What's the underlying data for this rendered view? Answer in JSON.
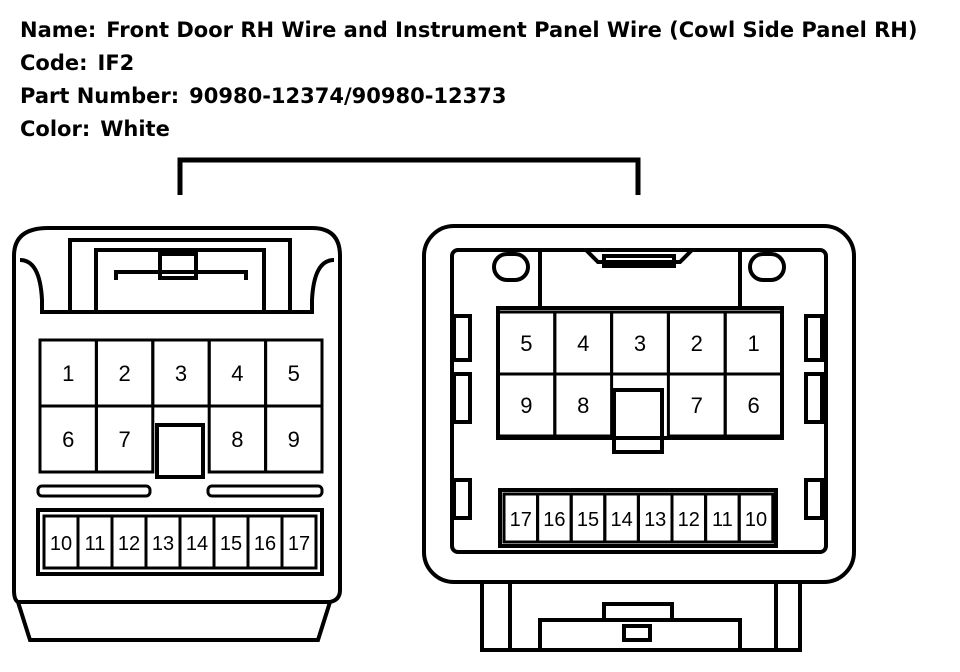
{
  "info": {
    "name_label": "Name:",
    "name_value": "Front Door RH Wire and Instrument Panel Wire (Cowl Side Panel RH)",
    "code_label": "Code:",
    "code_value": "IF2",
    "part_label": "Part Number:",
    "part_value": "90980-12374/90980-12373",
    "color_label": "Color:",
    "color_value": "White"
  },
  "left_connector": {
    "upper_row1": [
      "1",
      "2",
      "3",
      "4",
      "5"
    ],
    "upper_row2": [
      "6",
      "7",
      "8",
      "9"
    ],
    "lower_row": [
      "10",
      "11",
      "12",
      "13",
      "14",
      "15",
      "16",
      "17"
    ]
  },
  "right_connector": {
    "upper_row1": [
      "5",
      "4",
      "3",
      "2",
      "1"
    ],
    "upper_row2": [
      "9",
      "8",
      "7",
      "6"
    ],
    "lower_row": [
      "17",
      "16",
      "15",
      "14",
      "13",
      "12",
      "11",
      "10"
    ]
  }
}
